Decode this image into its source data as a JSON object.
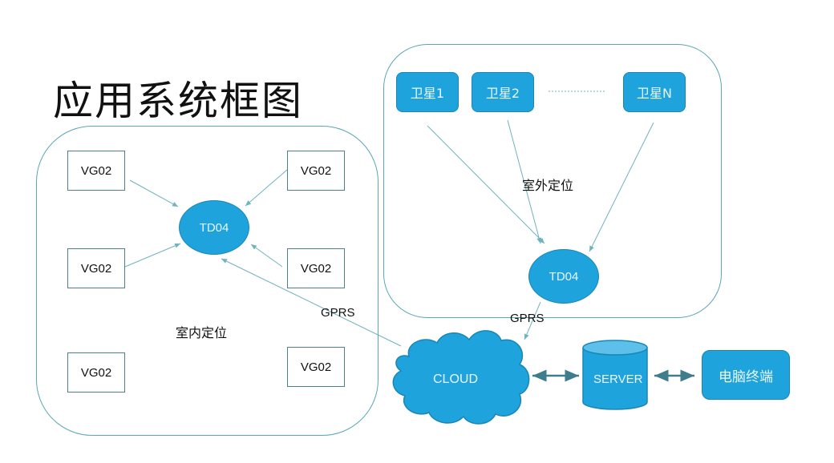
{
  "title": "应用系统框图",
  "indoor": {
    "label": "室内定位",
    "nodes": [
      "VG02",
      "VG02",
      "VG02",
      "VG02",
      "VG02",
      "VG02"
    ],
    "hub": "TD04"
  },
  "outdoor": {
    "label": "室外定位",
    "satellites": [
      "卫星1",
      "卫星2",
      "卫星N"
    ],
    "hub": "TD04"
  },
  "links": {
    "gprs_indoor": "GPRS",
    "gprs_outdoor": "GPRS"
  },
  "backend": {
    "cloud": "CLOUD",
    "server": "SERVER",
    "terminal": "电脑终端"
  },
  "colors": {
    "node_fill": "#1ea3dc",
    "node_border": "#1a86b5",
    "group_border": "#5aa7b5",
    "arrow": "#6fb3bf"
  }
}
